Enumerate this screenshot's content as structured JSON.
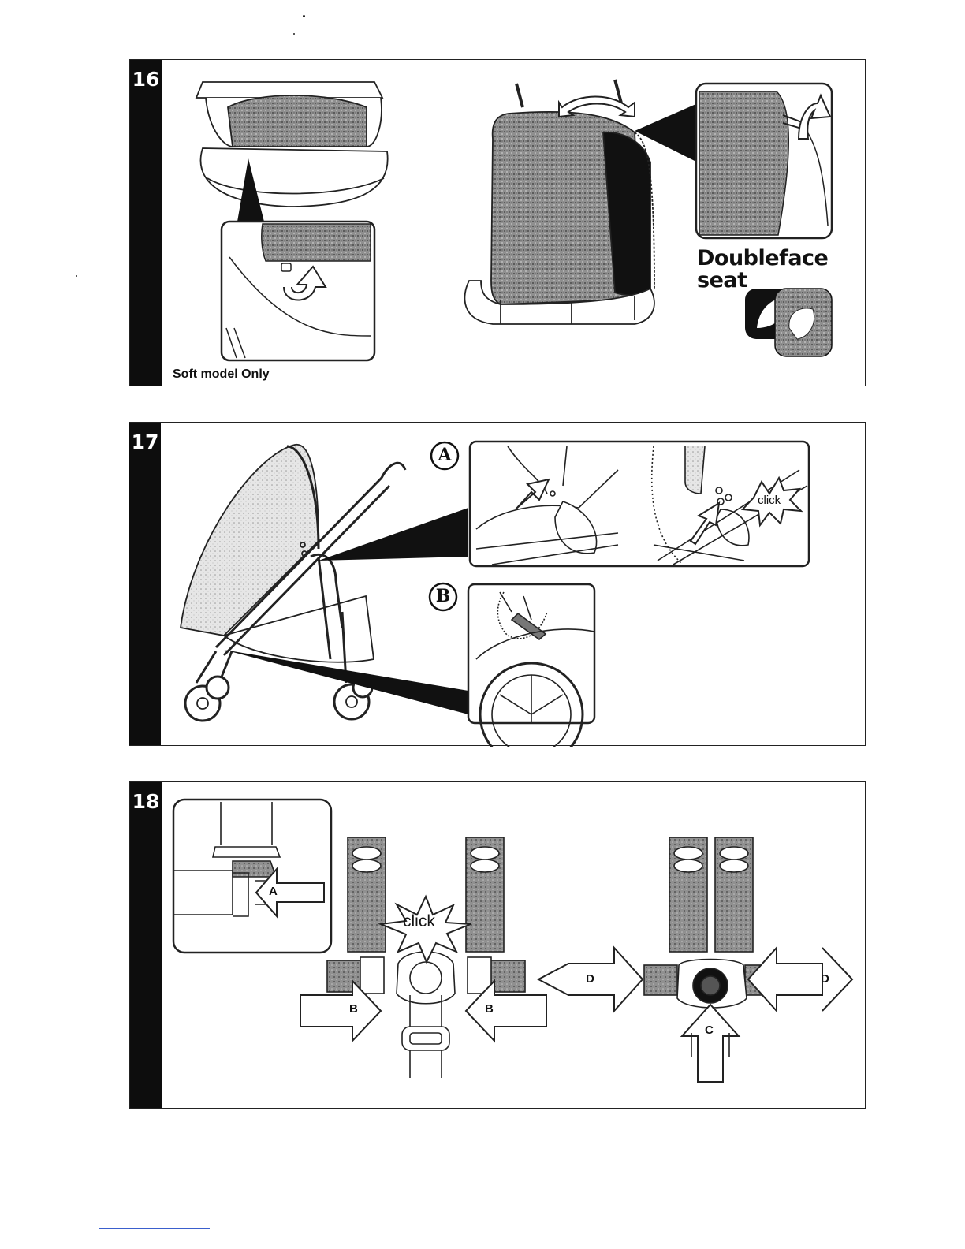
{
  "steps": [
    {
      "number": "16",
      "caption": "Soft model Only",
      "label_line1": "Doubleface",
      "label_line2": "seat"
    },
    {
      "number": "17",
      "callouts": [
        "A",
        "B"
      ],
      "click_label": "click"
    },
    {
      "number": "18",
      "click_label": "click",
      "arrow_labels": {
        "a": "A",
        "b_left": "B",
        "b_right": "B",
        "c": "C",
        "d_left": "D",
        "d_right": "D"
      }
    }
  ],
  "colors": {
    "bar": "#0d0d0d",
    "fabric": "#8a8a8a",
    "line": "#222222"
  }
}
